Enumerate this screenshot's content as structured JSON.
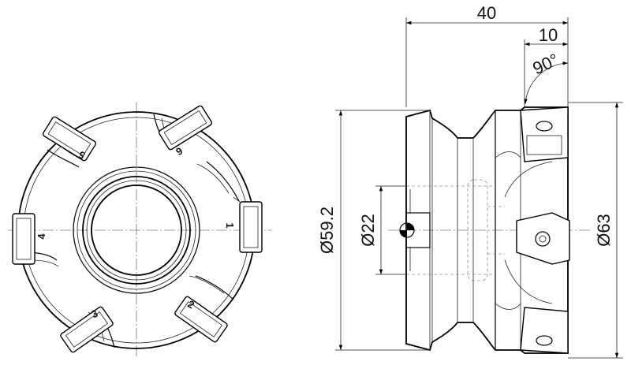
{
  "front_view": {
    "insert_numbers": [
      "1",
      "2",
      "3",
      "4",
      "5",
      "6"
    ]
  },
  "side_view": {
    "dimensions": {
      "overall_length": "40",
      "insert_length": "10",
      "angle": "90°",
      "body_diameter": "Ø59.2",
      "bore_diameter": "Ø22",
      "cutting_diameter": "Ø63"
    }
  }
}
